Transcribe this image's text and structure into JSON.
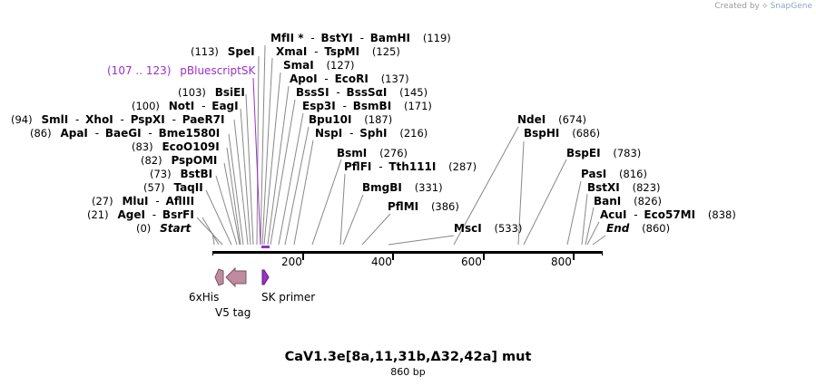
{
  "credit": {
    "prefix": "Created by",
    "brand": "SnapGene"
  },
  "title": "CaV1.3e[8a,11,31b,Δ32,42a] mut",
  "subtitle": "860 bp",
  "axis": {
    "ticks": [
      "200",
      "400",
      "600",
      "800"
    ]
  },
  "primer_label": {
    "range": "(107 .. 123)",
    "name": "pBluescriptSK",
    "color": "#9b30c8"
  },
  "enzyme_labels": [
    {
      "name": "MfII *",
      "sep": "-",
      "name2": "BstYI",
      "sep2": "-",
      "name3": "BamHI",
      "pos": "(119)"
    },
    {
      "pre": "(113)",
      "name": "SpeI"
    },
    {
      "name": "XmaI",
      "sep": "-",
      "name2": "TspMI",
      "pos": "(125)"
    },
    {
      "name": "SmaI",
      "pos": "(127)"
    },
    {
      "name": "ApoI",
      "sep": "-",
      "name2": "EcoRI",
      "pos": "(137)"
    },
    {
      "pre": "(103)",
      "name": "BsiEI"
    },
    {
      "name": "BssSI",
      "sep": "-",
      "name2": "BssSαI",
      "pos": "(145)"
    },
    {
      "pre": "(100)",
      "name": "NotI",
      "sep": "-",
      "name2": "EagI"
    },
    {
      "name": "Esp3I",
      "sep": "-",
      "name2": "BsmBI",
      "pos": "(171)"
    },
    {
      "pre": "(94)",
      "name": "SmlI",
      "sep": "-",
      "name2": "XhoI",
      "sep2": "-",
      "name3": "PspXI",
      "sep3": "-",
      "name4": "PaeR7I"
    },
    {
      "name": "Bpu10I",
      "pos": "(187)"
    },
    {
      "pre": "(86)",
      "name": "ApaI",
      "sep": "-",
      "name2": "BaeGI",
      "sep2": "-",
      "name3": "Bme1580I"
    },
    {
      "name": "NspI",
      "sep": "-",
      "name2": "SphI",
      "pos": "(216)"
    },
    {
      "pre": "(83)",
      "name": "EcoO109I"
    },
    {
      "name": "BsmI",
      "pos": "(276)"
    },
    {
      "pre": "(82)",
      "name": "PspOMI"
    },
    {
      "name": "PflFI",
      "sep": "-",
      "name2": "Tth111I",
      "pos": "(287)"
    },
    {
      "pre": "(73)",
      "name": "BstBI"
    },
    {
      "name": "BmgBI",
      "pos": "(331)"
    },
    {
      "pre": "(57)",
      "name": "TaqII"
    },
    {
      "name": "PflMI",
      "pos": "(386)"
    },
    {
      "pre": "(27)",
      "name": "MluI",
      "sep": "-",
      "name2": "AflIII"
    },
    {
      "pre": "(21)",
      "name": "AgeI",
      "sep": "-",
      "name2": "BsrFI"
    },
    {
      "pre": "(0)",
      "name": "Start"
    },
    {
      "name": "MscI",
      "pos": "(533)"
    },
    {
      "name": "NdeI",
      "pos": "(674)"
    },
    {
      "name": "BspHI",
      "pos": "(686)"
    },
    {
      "name": "BspEI",
      "pos": "(783)"
    },
    {
      "name": "PasI",
      "pos": "(816)"
    },
    {
      "name": "BstXI",
      "pos": "(823)"
    },
    {
      "name": "BanI",
      "pos": "(826)"
    },
    {
      "name": "AcuI",
      "sep": "-",
      "name2": "Eco57MI",
      "pos": "(838)"
    },
    {
      "name": "End",
      "pos": "(860)"
    }
  ],
  "features": [
    {
      "name": "6xHis",
      "color": "#c08aa0"
    },
    {
      "name": "V5 tag",
      "color": "#c08aa0"
    },
    {
      "name": "SK primer",
      "color": "#9b30c8"
    }
  ],
  "colors": {
    "line": "#888888",
    "backbone": "#000000"
  }
}
